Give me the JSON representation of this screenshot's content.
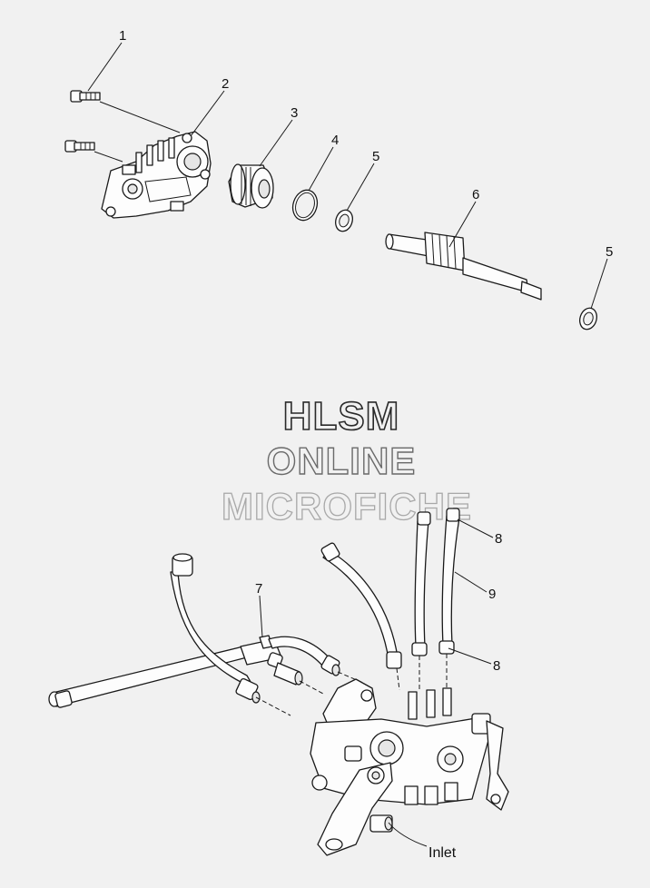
{
  "callouts": {
    "c1": "1",
    "c2": "2",
    "c3": "3",
    "c4": "4",
    "c5a": "5",
    "c6": "6",
    "c5b": "5",
    "c7": "7",
    "c8a": "8",
    "c9": "9",
    "c8b": "8",
    "inlet": "Inlet"
  },
  "watermark": {
    "line1": "HLSM",
    "line2": "ONLINE",
    "line3": "MICROFICHE"
  }
}
